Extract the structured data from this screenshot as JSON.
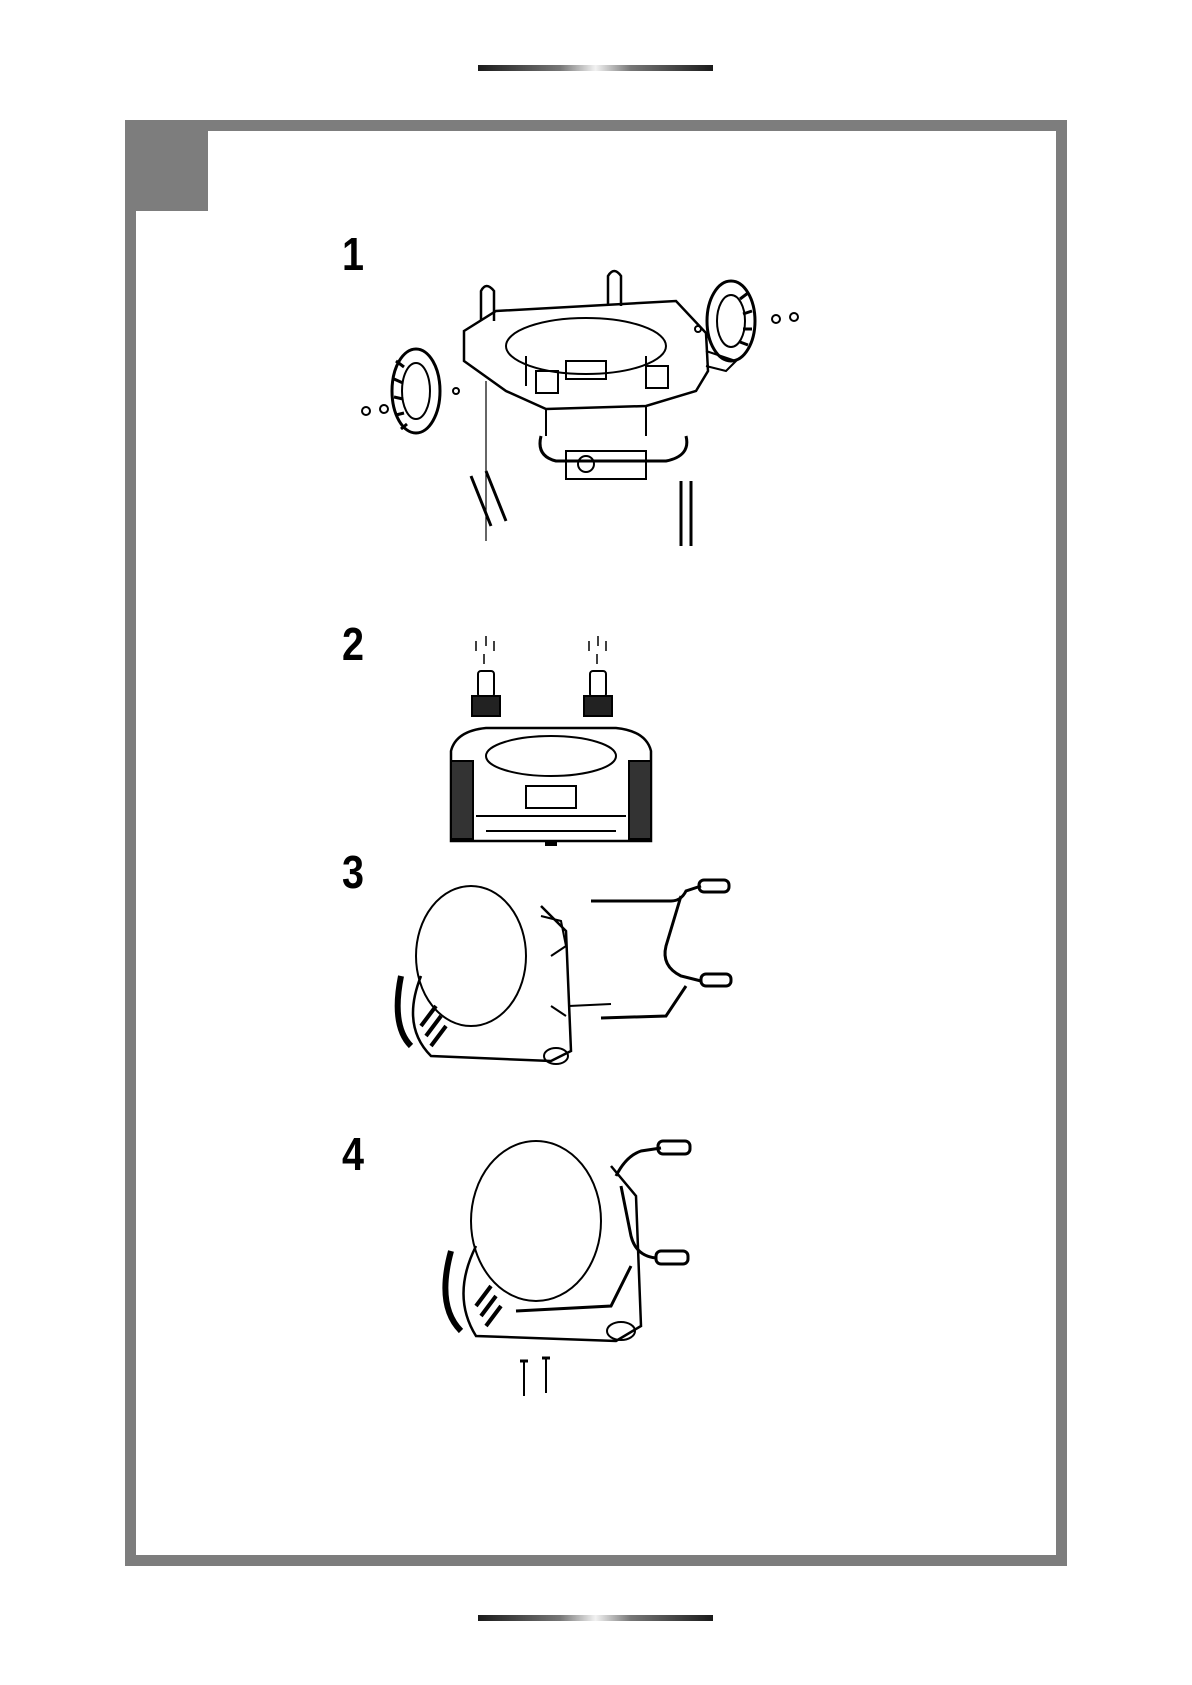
{
  "steps": [
    {
      "number": "1",
      "illustration": "wheels-attach-to-base"
    },
    {
      "number": "2",
      "illustration": "castors-mount-to-base"
    },
    {
      "number": "3",
      "illustration": "handle-insert-into-base"
    },
    {
      "number": "4",
      "illustration": "handle-secure-with-bolts"
    }
  ],
  "colors": {
    "frame": "#7d7d7d",
    "ink": "#000000"
  }
}
